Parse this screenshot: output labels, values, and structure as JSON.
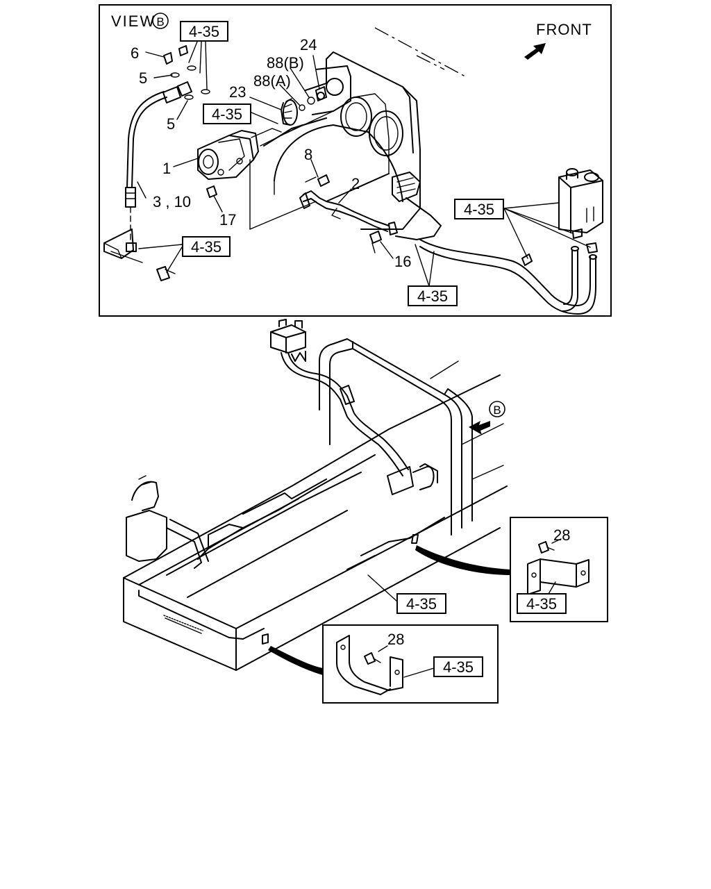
{
  "view_title": "VIEW",
  "view_letter": "B",
  "front_label": "FRONT",
  "ref_code": "4-35",
  "callouts": {
    "c1": "1",
    "c2": "2",
    "c3_10": "3 , 10",
    "c5a": "5",
    "c5b": "5",
    "c6": "6",
    "c8": "8",
    "c16": "16",
    "c17": "17",
    "c23": "23",
    "c24": "24",
    "c88a": "88(A)",
    "c88b": "88(B)",
    "c28a": "28",
    "c28b": "28"
  },
  "refs": [
    "4-35",
    "4-35",
    "4-35",
    "4-35",
    "4-35",
    "4-35",
    "4-35"
  ]
}
